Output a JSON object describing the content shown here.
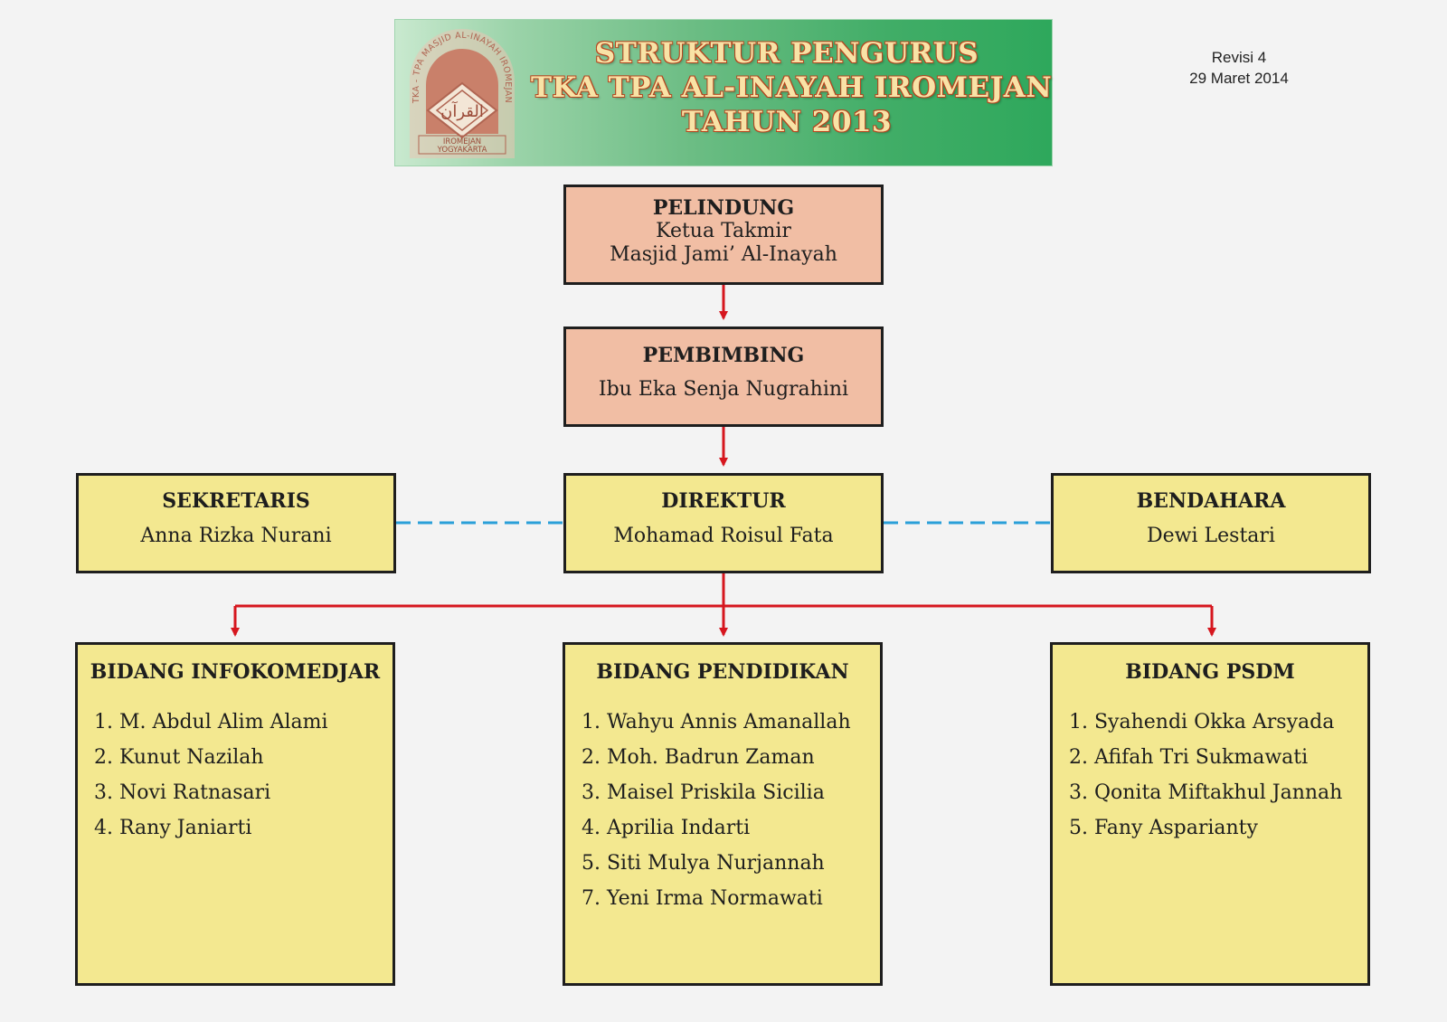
{
  "header": {
    "title_lines": [
      "STRUKTUR PENGURUS",
      "TKA TPA AL-INAYAH IROMEJAN",
      "TAHUN 2013"
    ],
    "logo": {
      "ring_text": "TKA - TPA MASJID AL-INAYAH IROMEJAN",
      "center_text": "القرآن",
      "bottom_lines": [
        "IROMEJAN",
        "YOGYAKARTA"
      ]
    }
  },
  "revision": {
    "label": "Revisi 4",
    "date": "29 Maret 2014"
  },
  "pelindung": {
    "title": "PELINDUNG",
    "lines": [
      "Ketua Takmir",
      "Masjid Jami’ Al-Inayah"
    ]
  },
  "pembimbing": {
    "title": "PEMBIMBING",
    "name": "Ibu Eka Senja Nugrahini"
  },
  "sekretaris": {
    "title": "SEKRETARIS",
    "name": "Anna Rizka Nurani"
  },
  "direktur": {
    "title": "DIREKTUR",
    "name": "Mohamad Roisul Fata"
  },
  "bendahara": {
    "title": "BENDAHARA",
    "name": "Dewi Lestari"
  },
  "bidang": [
    {
      "title": "BIDANG INFOKOMEDJAR",
      "members": [
        "1. M. Abdul Alim Alami",
        "2. Kunut Nazilah",
        "3. Novi Ratnasari",
        "4. Rany Janiarti"
      ]
    },
    {
      "title": "BIDANG PENDIDIKAN",
      "members": [
        "1. Wahyu Annis Amanallah",
        "2. Moh. Badrun Zaman",
        "3. Maisel Priskila Sicilia",
        "4. Aprilia Indarti",
        "5. Siti Mulya Nurjannah",
        "7. Yeni Irma Normawati"
      ]
    },
    {
      "title": "BIDANG PSDM",
      "members": [
        "1. Syahendi Okka Arsyada",
        "2. Afifah Tri Sukmawati",
        "3. Qonita Miftakhul Jannah",
        "5. Fany Asparianty"
      ]
    }
  ],
  "colors": {
    "arrow": "#d6161e",
    "dashed_link": "#2a9fd8",
    "pink_box": "#f1bea4",
    "yellow_box": "#f3e890",
    "banner_green": "#3aab63",
    "title_fill": "#f8e3a6",
    "title_outline": "#b5451f"
  }
}
